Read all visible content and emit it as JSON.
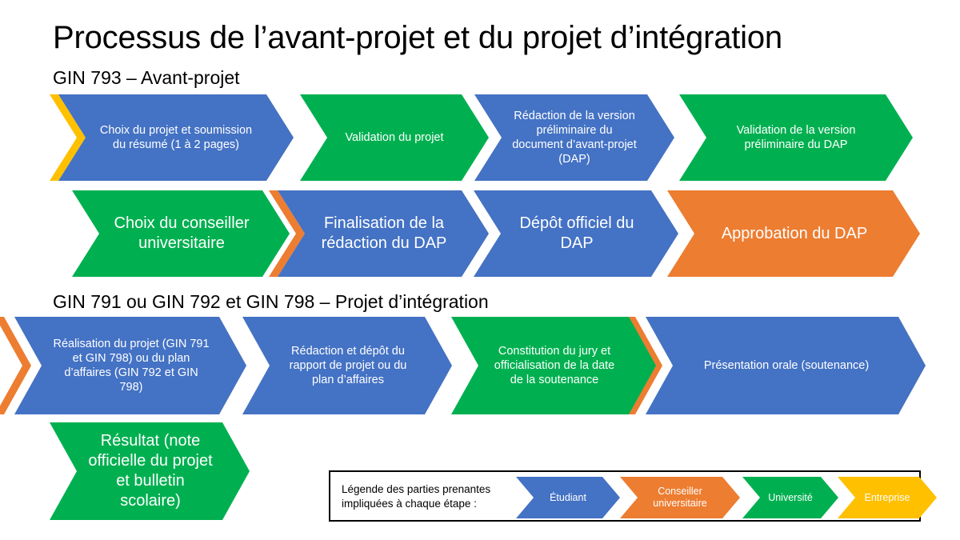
{
  "slide": {
    "title": "Processus de l’avant-projet et du projet d’intégration",
    "background_color": "#FFFFFF"
  },
  "palette": {
    "student_blue": "#4472C4",
    "advisor_orange": "#ED7D31",
    "university_green": "#00B050",
    "company_yellow": "#FFC000",
    "text_on_shape": "#FFFFFF",
    "title_text": "#000000"
  },
  "sections": [
    {
      "id": "avant-projet",
      "heading": "GIN 793 – Avant-projet",
      "rows": [
        {
          "id": "row-1",
          "steps": [
            {
              "label": "Choix du projet et soumission du résumé (1 à 2 pages)",
              "fill": "#4472C4",
              "fill_name": "student_blue",
              "accents": [
                "#FFC000"
              ],
              "accent_names": [
                "company_yellow"
              ]
            },
            {
              "label": "Validation du projet",
              "fill": "#00B050",
              "fill_name": "university_green",
              "accents": [],
              "accent_names": []
            },
            {
              "label": "Rédaction de la version préliminaire du document d’avant-projet (DAP)",
              "fill": "#4472C4",
              "fill_name": "student_blue",
              "accents": [],
              "accent_names": []
            },
            {
              "label": "Validation de la version préliminaire du DAP",
              "fill": "#00B050",
              "fill_name": "university_green",
              "accents": [],
              "accent_names": []
            }
          ]
        },
        {
          "id": "row-2",
          "steps": [
            {
              "label": "Choix du conseiller universitaire",
              "fill": "#00B050",
              "fill_name": "university_green",
              "accents": [],
              "accent_names": []
            },
            {
              "label": "Finalisation de la rédaction du DAP",
              "fill": "#4472C4",
              "fill_name": "student_blue",
              "accents": [
                "#ED7D31"
              ],
              "accent_names": [
                "advisor_orange"
              ]
            },
            {
              "label": "Dépôt officiel du DAP",
              "fill": "#4472C4",
              "fill_name": "student_blue",
              "accents": [],
              "accent_names": []
            },
            {
              "label": "Approbation du DAP",
              "fill": "#ED7D31",
              "fill_name": "advisor_orange",
              "accents": [],
              "accent_names": []
            }
          ]
        }
      ]
    },
    {
      "id": "projet-integration",
      "heading": "GIN 791 ou GIN 792 et GIN 798 – Projet d’intégration",
      "rows": [
        {
          "id": "row-3",
          "steps": [
            {
              "label": "Réalisation du projet (GIN 791 et GIN 798) ou du plan d’affaires (GIN 792 et GIN 798)",
              "fill": "#4472C4",
              "fill_name": "student_blue",
              "accents": [
                "#ED7D31",
                "#FFC000"
              ],
              "accent_names": [
                "advisor_orange",
                "company_yellow"
              ]
            },
            {
              "label": "Rédaction et dépôt du rapport de projet ou du plan d’affaires",
              "fill": "#4472C4",
              "fill_name": "student_blue",
              "accents": [],
              "accent_names": []
            },
            {
              "label": "Constitution du jury et officialisation de la date de la soutenance",
              "fill": "#00B050",
              "fill_name": "university_green",
              "accents": [],
              "accent_names": []
            },
            {
              "label": "Présentation orale (soutenance)",
              "fill": "#4472C4",
              "fill_name": "student_blue",
              "accents": [
                "#ED7D31",
                "#FFC000"
              ],
              "accent_names": [
                "advisor_orange",
                "company_yellow"
              ]
            }
          ]
        },
        {
          "id": "row-4",
          "steps": [
            {
              "label": "Résultat (note officielle du projet et bulletin scolaire)",
              "fill": "#00B050",
              "fill_name": "university_green",
              "accents": [],
              "accent_names": []
            }
          ]
        }
      ]
    }
  ],
  "legend": {
    "caption": "Légende des parties prenantes\nimpliquées à chaque étape :",
    "items": [
      {
        "label": "Étudiant",
        "color": "#4472C4",
        "color_name": "student_blue"
      },
      {
        "label": "Conseiller universitaire",
        "color": "#ED7D31",
        "color_name": "advisor_orange"
      },
      {
        "label": "Université",
        "color": "#00B050",
        "color_name": "university_green"
      },
      {
        "label": "Entreprise",
        "color": "#FFC000",
        "color_name": "company_yellow"
      }
    ],
    "border_color": "#000000"
  }
}
